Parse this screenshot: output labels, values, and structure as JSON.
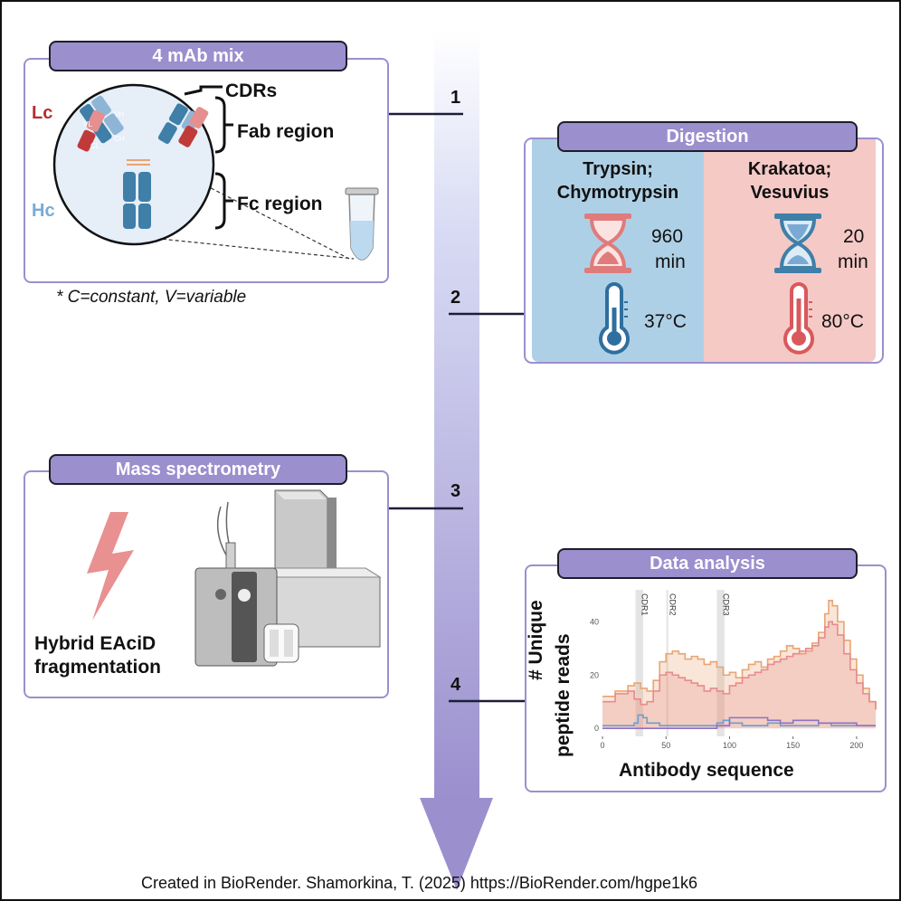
{
  "steps": [
    {
      "number": "1",
      "title": "4 mAb mix"
    },
    {
      "number": "2",
      "title": "Digestion"
    },
    {
      "number": "3",
      "title": "Mass spectrometry"
    },
    {
      "number": "4",
      "title": "Data analysis"
    }
  ],
  "mab": {
    "light_chain": "Lc",
    "heavy_chain": "Hc",
    "cdrs": "CDRs",
    "fab_region": "Fab region",
    "fc_region": "Fc region",
    "domains": {
      "vh": "VH",
      "ch": "CH",
      "vl": "VL",
      "cl": "CL"
    },
    "footnote": "* C=constant, V=variable"
  },
  "digestion": {
    "left": {
      "enzymes_line1": "Trypsin;",
      "enzymes_line2": "Chymotrypsin",
      "time_value": "960",
      "time_unit": "min",
      "temperature": "37°C"
    },
    "right": {
      "enzymes_line1": "Krakatoa;",
      "enzymes_line2": "Vesuvius",
      "time_value": "20",
      "time_unit": "min",
      "temperature": "80°C"
    }
  },
  "mass_spec": {
    "fragmentation_line1": "Hybrid EAciD",
    "fragmentation_line2": "fragmentation"
  },
  "chart_data": {
    "type": "area",
    "xlabel": "Antibody sequence",
    "ylabel_line1": "# Unique",
    "ylabel_line2": "peptide reads",
    "xticks": [
      0,
      50,
      100,
      150,
      200
    ],
    "yticks": [
      0,
      20,
      40
    ],
    "xlim": [
      0,
      215
    ],
    "ylim": [
      -3,
      52
    ],
    "cdr_labels": [
      {
        "name": "CDR1",
        "x": 29
      },
      {
        "name": "CDR2",
        "x": 51
      },
      {
        "name": "CDR3",
        "x": 93
      }
    ],
    "series": [
      {
        "color": "#e8a572",
        "x": [
          0,
          10,
          20,
          25,
          30,
          35,
          40,
          45,
          50,
          55,
          60,
          65,
          70,
          75,
          80,
          85,
          90,
          95,
          100,
          105,
          110,
          115,
          120,
          125,
          130,
          135,
          140,
          145,
          150,
          155,
          160,
          165,
          170,
          175,
          178,
          181,
          185,
          190,
          195,
          200,
          205,
          210,
          215
        ],
        "values": [
          12,
          14,
          16,
          17,
          15,
          14,
          18,
          25,
          28,
          29,
          28,
          26,
          27,
          26,
          24,
          25,
          23,
          20,
          21,
          19,
          22,
          24,
          25,
          23,
          26,
          27,
          29,
          31,
          30,
          28,
          29,
          32,
          36,
          43,
          48,
          46,
          40,
          33,
          26,
          20,
          15,
          10,
          7
        ]
      },
      {
        "color": "#e88b8b",
        "x": [
          0,
          10,
          20,
          25,
          30,
          35,
          40,
          45,
          50,
          55,
          60,
          65,
          70,
          75,
          80,
          85,
          90,
          95,
          100,
          105,
          110,
          115,
          120,
          125,
          130,
          135,
          140,
          145,
          150,
          155,
          160,
          165,
          170,
          175,
          178,
          181,
          185,
          190,
          195,
          200,
          205,
          210,
          215
        ],
        "values": [
          10,
          13,
          14,
          11,
          9,
          10,
          14,
          20,
          21,
          20,
          19,
          18,
          17,
          16,
          14,
          15,
          14,
          13,
          16,
          17,
          19,
          20,
          21,
          22,
          24,
          25,
          26,
          27,
          28,
          29,
          30,
          31,
          34,
          38,
          40,
          39,
          35,
          28,
          22,
          17,
          13,
          10,
          7
        ]
      },
      {
        "color": "#6a9fd4",
        "x": [
          0,
          20,
          25,
          28,
          32,
          35,
          40,
          45,
          50,
          60,
          70,
          80,
          90,
          95,
          100,
          110,
          120,
          130,
          140,
          150,
          160,
          170,
          180,
          190,
          200,
          210,
          215
        ],
        "values": [
          1,
          1,
          2,
          5,
          4,
          2,
          2,
          1,
          1,
          1,
          1,
          1,
          2,
          3,
          2,
          1,
          1,
          2,
          1,
          1,
          1,
          2,
          1,
          1,
          1,
          1,
          1
        ]
      },
      {
        "color": "#8b74c4",
        "x": [
          0,
          30,
          60,
          90,
          100,
          110,
          120,
          130,
          140,
          150,
          160,
          170,
          180,
          190,
          200,
          210,
          215
        ],
        "values": [
          0,
          0,
          0,
          1,
          4,
          4,
          4,
          3,
          2,
          3,
          3,
          2,
          2,
          2,
          1,
          1,
          1
        ]
      }
    ]
  },
  "credit": "Created in BioRender. Shamorkina, T. (2025) https://BioRender.com/hgpe1k6"
}
